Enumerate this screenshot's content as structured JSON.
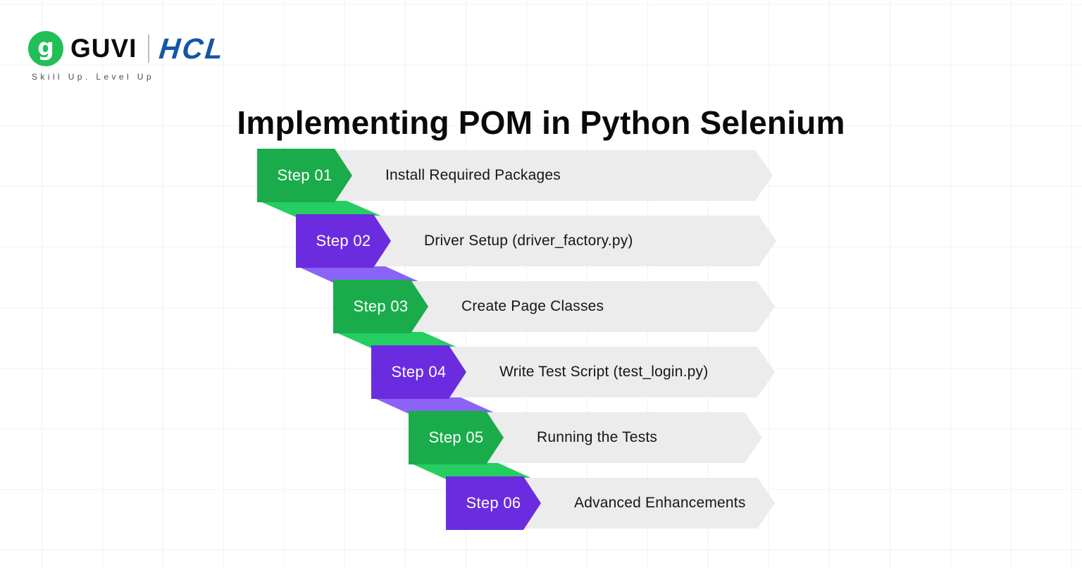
{
  "header": {
    "brand": {
      "guvi_icon": "g",
      "guvi": "GUVI",
      "partner": "HCL",
      "tagline": "Skill Up. Level Up"
    }
  },
  "title": "Implementing POM in Python Selenium",
  "colors": {
    "green": "#1AAC4A",
    "green_tail": "#24CE61",
    "purple": "#6B2CE0",
    "purple_tail": "#8B63F7",
    "bar_bg": "#ECECEC",
    "guvi_green": "#22BE58",
    "hcl_blue": "#1456A8"
  },
  "steps": [
    {
      "label": "Step 01",
      "text": "Install Required Packages",
      "color": "green"
    },
    {
      "label": "Step 02",
      "text": "Driver Setup (driver_factory.py)",
      "color": "purple"
    },
    {
      "label": "Step 03",
      "text": "Create Page Classes",
      "color": "green"
    },
    {
      "label": "Step 04",
      "text": "Write Test Script (test_login.py)",
      "color": "purple"
    },
    {
      "label": "Step 05",
      "text": "Running the Tests",
      "color": "green"
    },
    {
      "label": "Step 06",
      "text": "Advanced Enhancements",
      "color": "purple"
    }
  ]
}
